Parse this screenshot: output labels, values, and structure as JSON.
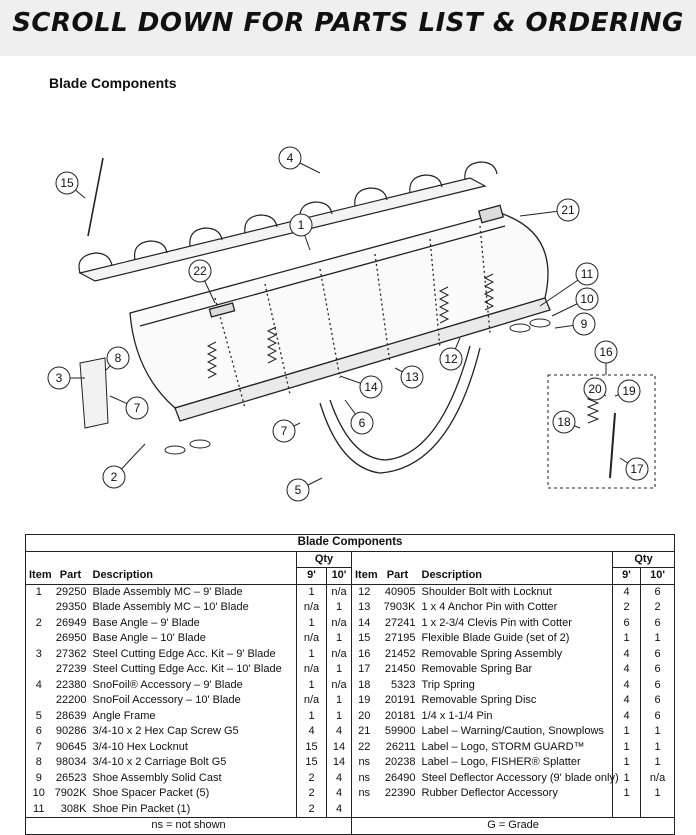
{
  "banner": {
    "text": "SCROLL DOWN FOR PARTS LIST & ORDERING"
  },
  "section_title": "Blade Components",
  "diagram": {
    "callouts": [
      "1",
      "2",
      "3",
      "4",
      "5",
      "6",
      "7",
      "7",
      "8",
      "9",
      "10",
      "11",
      "12",
      "13",
      "14",
      "15",
      "16",
      "17",
      "18",
      "19",
      "20",
      "21",
      "22"
    ]
  },
  "table": {
    "title": "Blade Components",
    "qty_header": "Qty",
    "headers": {
      "item": "Item",
      "part": "Part",
      "description": "Description",
      "q9": "9'",
      "q10": "10'"
    },
    "left_rows": [
      {
        "item": "1",
        "part": "29250",
        "desc": "Blade Assembly MC – 9' Blade",
        "q9": "1",
        "q10": "n/a"
      },
      {
        "item": "",
        "part": "29350",
        "desc": "Blade Assembly MC – 10' Blade",
        "q9": "n/a",
        "q10": "1"
      },
      {
        "item": "2",
        "part": "26949",
        "desc": "Base Angle – 9' Blade",
        "q9": "1",
        "q10": "n/a"
      },
      {
        "item": "",
        "part": "26950",
        "desc": "Base Angle – 10' Blade",
        "q9": "n/a",
        "q10": "1"
      },
      {
        "item": "3",
        "part": "27362",
        "desc": "Steel Cutting Edge Acc. Kit – 9' Blade",
        "q9": "1",
        "q10": "n/a"
      },
      {
        "item": "",
        "part": "27239",
        "desc": "Steel Cutting Edge Acc. Kit – 10' Blade",
        "q9": "n/a",
        "q10": "1"
      },
      {
        "item": "4",
        "part": "22380",
        "desc": "SnoFoil® Accessory – 9' Blade",
        "q9": "1",
        "q10": "n/a"
      },
      {
        "item": "",
        "part": "22200",
        "desc": "SnoFoil Accessory – 10' Blade",
        "q9": "n/a",
        "q10": "1"
      },
      {
        "item": "5",
        "part": "28639",
        "desc": "Angle Frame",
        "q9": "1",
        "q10": "1"
      },
      {
        "item": "6",
        "part": "90286",
        "desc": "3/4-10 x 2 Hex Cap Screw G5",
        "q9": "4",
        "q10": "4"
      },
      {
        "item": "7",
        "part": "90645",
        "desc": "3/4-10 Hex Locknut",
        "q9": "15",
        "q10": "14"
      },
      {
        "item": "8",
        "part": "98034",
        "desc": "3/4-10 x 2 Carriage Bolt G5",
        "q9": "15",
        "q10": "14"
      },
      {
        "item": "9",
        "part": "26523",
        "desc": "Shoe Assembly Solid Cast",
        "q9": "2",
        "q10": "4"
      },
      {
        "item": "10",
        "part": "7902K",
        "desc": "Shoe Spacer Packet (5)",
        "q9": "2",
        "q10": "4"
      },
      {
        "item": "11",
        "part": "308K",
        "desc": "Shoe Pin Packet (1)",
        "q9": "2",
        "q10": "4"
      }
    ],
    "right_rows": [
      {
        "item": "12",
        "part": "40905",
        "desc": "Shoulder Bolt with Locknut",
        "q9": "4",
        "q10": "6"
      },
      {
        "item": "13",
        "part": "7903K",
        "desc": "1 x 4 Anchor Pin with Cotter",
        "q9": "2",
        "q10": "2"
      },
      {
        "item": "14",
        "part": "27241",
        "desc": "1 x 2-3/4 Clevis Pin with Cotter",
        "q9": "6",
        "q10": "6"
      },
      {
        "item": "15",
        "part": "27195",
        "desc": "Flexible Blade Guide (set of 2)",
        "q9": "1",
        "q10": "1"
      },
      {
        "item": "16",
        "part": "21452",
        "desc": "Removable Spring Assembly",
        "q9": "4",
        "q10": "6"
      },
      {
        "item": "17",
        "part": "21450",
        "desc": "Removable Spring Bar",
        "q9": "4",
        "q10": "6"
      },
      {
        "item": "18",
        "part": "5323",
        "desc": "Trip Spring",
        "q9": "4",
        "q10": "6"
      },
      {
        "item": "19",
        "part": "20191",
        "desc": "Removable Spring Disc",
        "q9": "4",
        "q10": "6"
      },
      {
        "item": "20",
        "part": "20181",
        "desc": "1/4 x 1-1/4 Pin",
        "q9": "4",
        "q10": "6"
      },
      {
        "item": "21",
        "part": "59900",
        "desc": "Label – Warning/Caution, Snowplows",
        "q9": "1",
        "q10": "1"
      },
      {
        "item": "22",
        "part": "26211",
        "desc": "Label – Logo, STORM GUARD™",
        "q9": "1",
        "q10": "1"
      },
      {
        "item": "ns",
        "part": "20238",
        "desc": "Label – Logo, FISHER® Splatter",
        "q9": "1",
        "q10": "1"
      },
      {
        "item": "ns",
        "part": "26490",
        "desc": "Steel Deflector Accessory (9' blade only)",
        "q9": "1",
        "q10": "n/a"
      },
      {
        "item": "ns",
        "part": "22390",
        "desc": "Rubber Deflector Accessory",
        "q9": "1",
        "q10": "1"
      },
      {
        "item": "",
        "part": "",
        "desc": "",
        "q9": "",
        "q10": ""
      }
    ],
    "footer_left": "ns = not shown",
    "footer_right": "G = Grade"
  }
}
